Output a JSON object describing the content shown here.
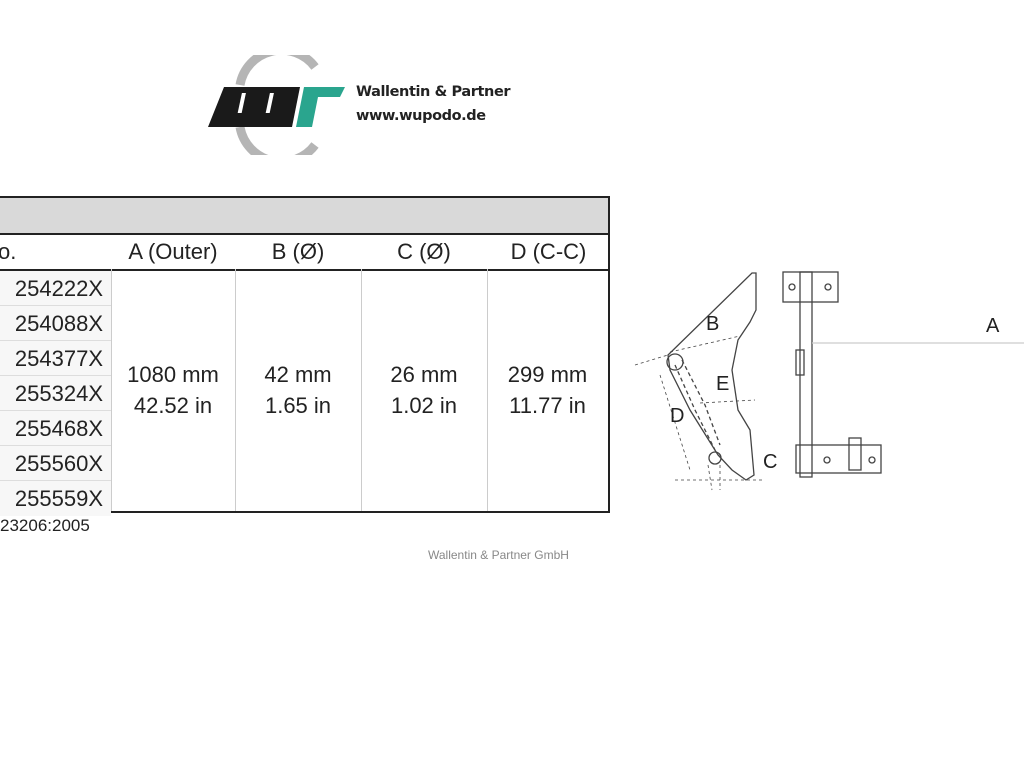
{
  "logo": {
    "company": "Wallentin & Partner",
    "website": "www.wupodo.de",
    "colors": {
      "black": "#1a1a1a",
      "teal": "#2aa58e",
      "ring": "#b5b5b5"
    }
  },
  "table": {
    "headers": [
      "o.",
      "A (Outer)",
      "B (Ø)",
      "C (Ø)",
      "D (C-C)"
    ],
    "part_numbers": [
      "254222X",
      "254088X",
      "254377X",
      "255324X",
      "255468X",
      "255560X",
      "255559X"
    ],
    "values": [
      {
        "mm": "1080 mm",
        "in": "42.52 in"
      },
      {
        "mm": "42 mm",
        "in": "1.65 in"
      },
      {
        "mm": "26 mm",
        "in": "1.02 in"
      },
      {
        "mm": "299 mm",
        "in": "11.77 in"
      }
    ],
    "standard": "23206:2005"
  },
  "watermark": "Wallentin & Partner GmbH",
  "diagram": {
    "labels": [
      "A",
      "B",
      "C",
      "D",
      "E"
    ]
  }
}
